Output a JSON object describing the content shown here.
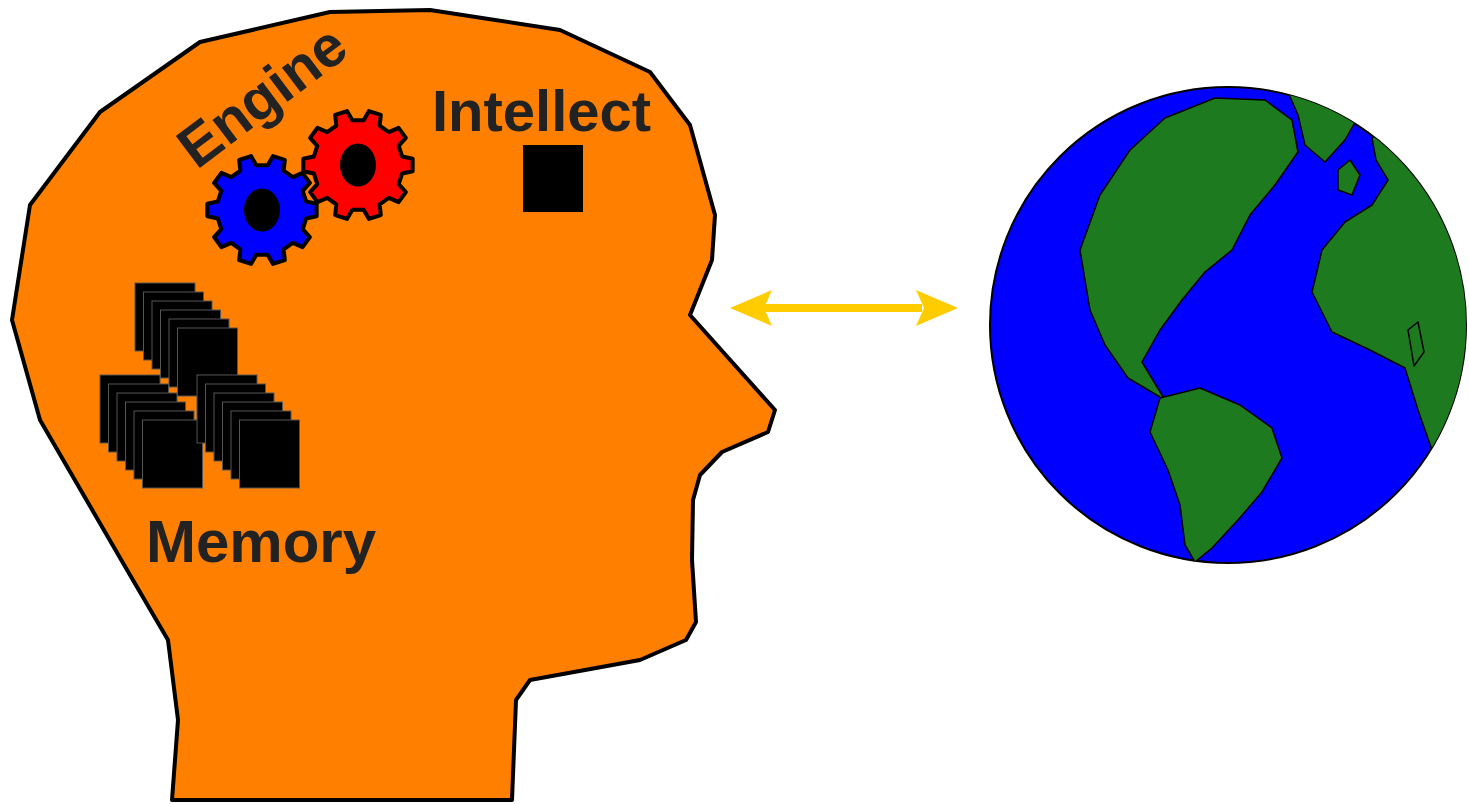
{
  "diagram": {
    "labels": [
      "Engine",
      "Intellect",
      "Memory"
    ]
  }
}
